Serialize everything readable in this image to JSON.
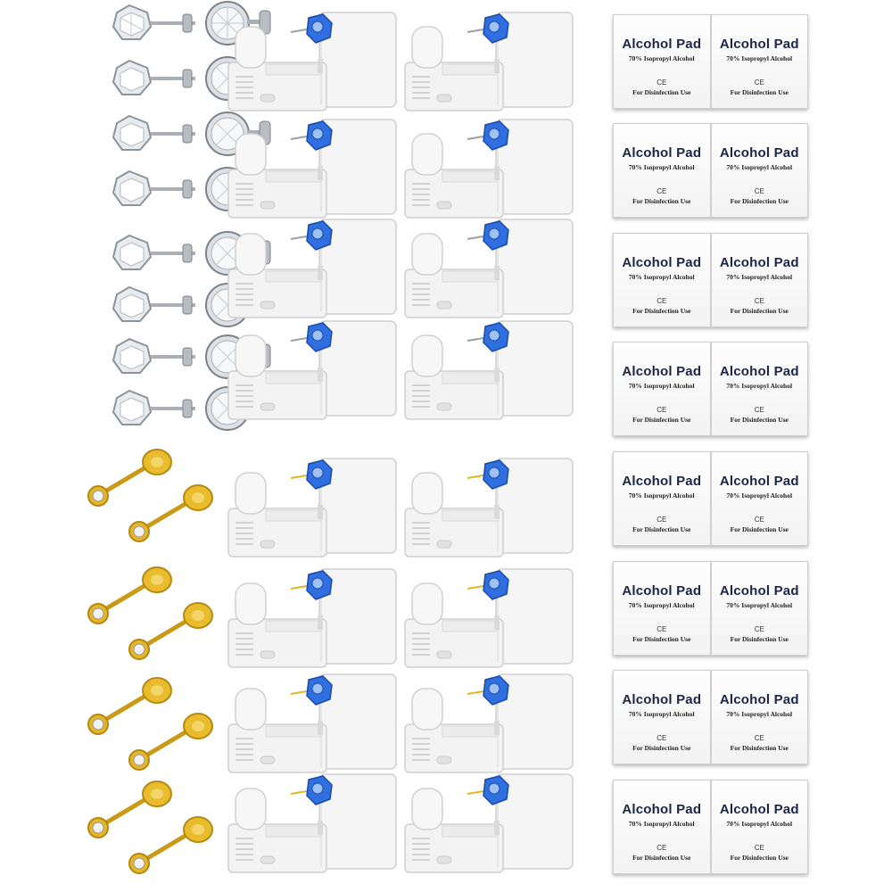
{
  "pads": {
    "title": "Alcohol Pad",
    "concentration": "70% Isopropyl Alcohol",
    "mark": "CE",
    "usage": "For Disinfection Use"
  },
  "colors": {
    "device_body": "#f4f4f4",
    "device_shadow": "#d2d2d2",
    "cap_blue": "#2f6fe0",
    "gold": "#e2b527",
    "silver": "#c9cdd2",
    "pad_text": "#1c2548"
  }
}
